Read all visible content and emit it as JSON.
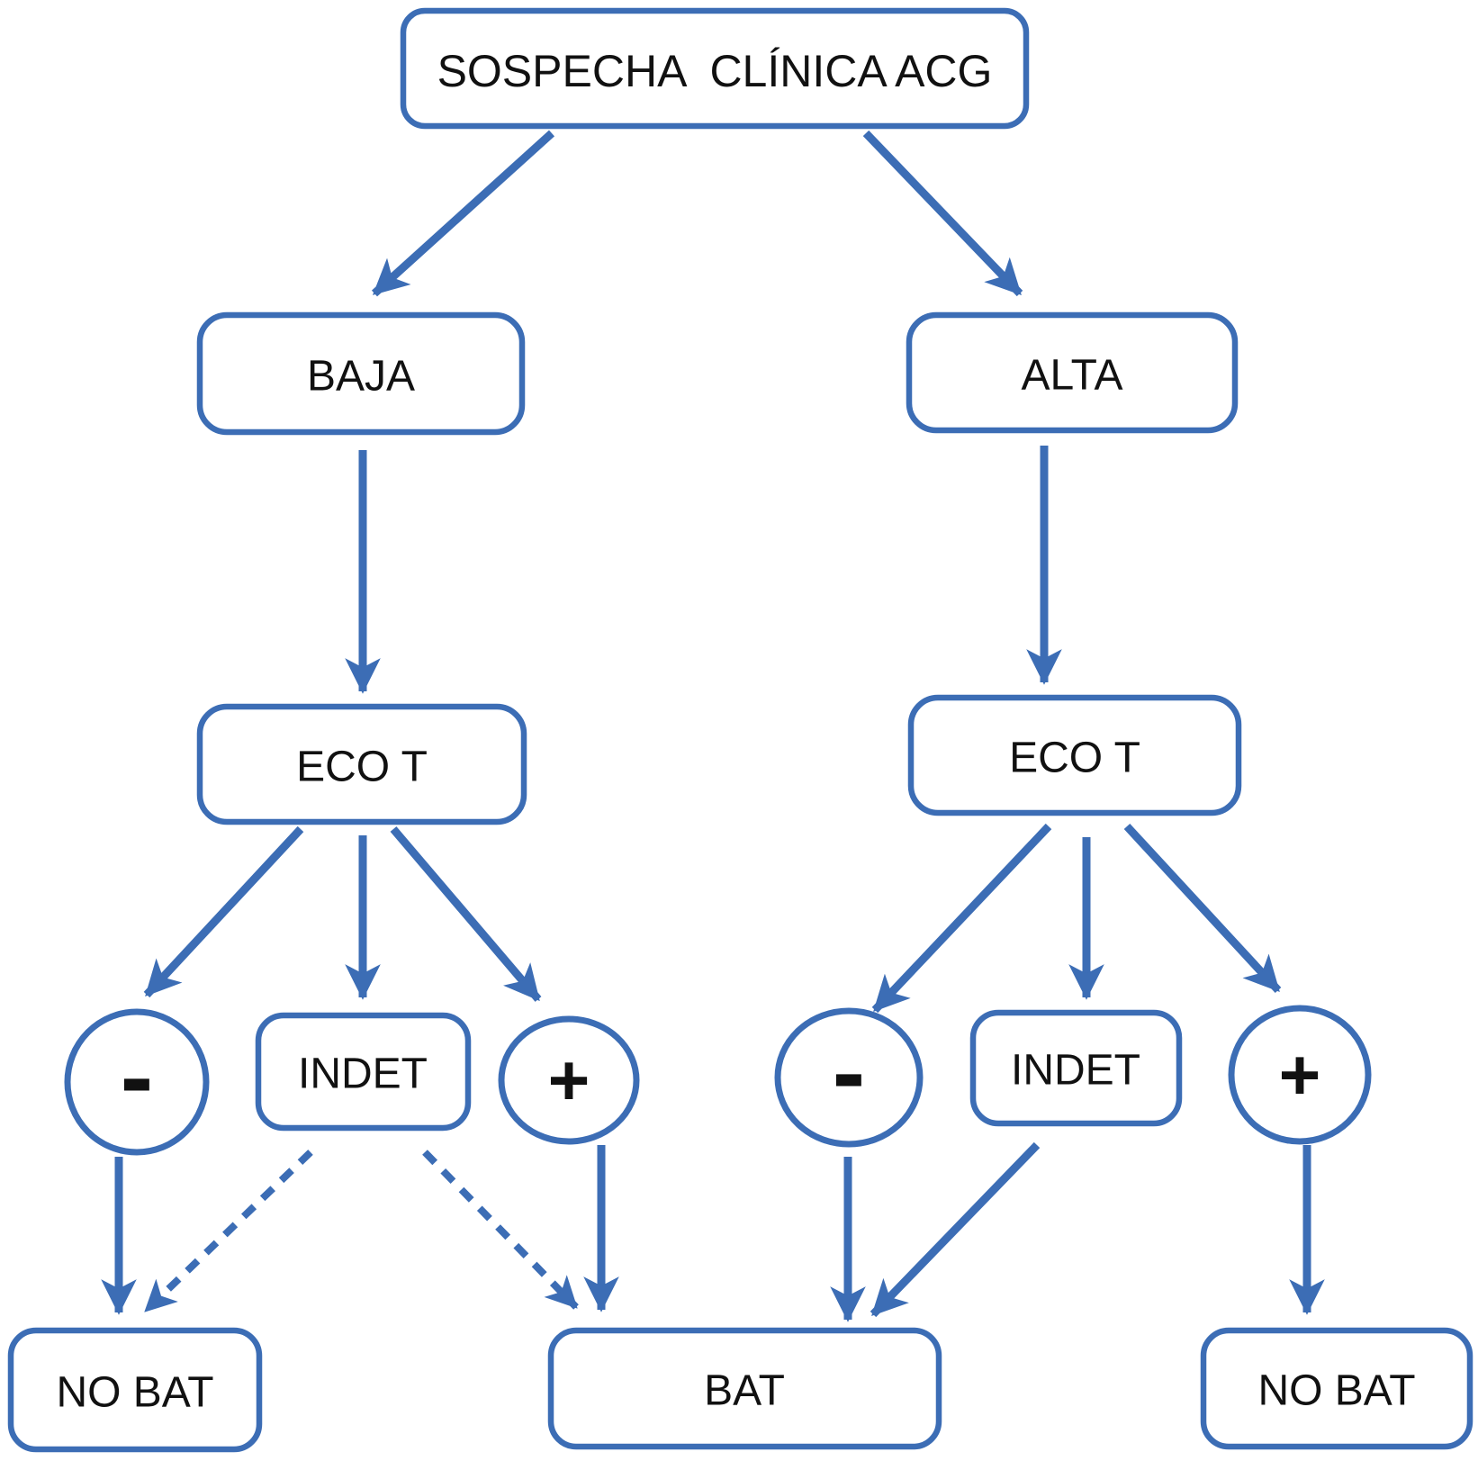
{
  "diagram": {
    "type": "flowchart",
    "language": "es",
    "accent_color": "#3C6DB5",
    "text_color": "#111111",
    "background_color": "#FFFFFF",
    "nodes": {
      "root": {
        "label": "SOSPECHA  CLÍNICA ACG",
        "shape": "rounded-rect"
      },
      "baja": {
        "label": "BAJA",
        "shape": "rounded-rect"
      },
      "alta": {
        "label": "ALTA",
        "shape": "rounded-rect"
      },
      "eco_left": {
        "label": "ECO T",
        "shape": "rounded-rect"
      },
      "eco_right": {
        "label": "ECO T",
        "shape": "rounded-rect"
      },
      "neg_left": {
        "label": "-",
        "shape": "circle"
      },
      "indet_left": {
        "label": "INDET",
        "shape": "rounded-rect"
      },
      "pos_left": {
        "label": "+",
        "shape": "circle"
      },
      "neg_right": {
        "label": "-",
        "shape": "circle"
      },
      "indet_right": {
        "label": "INDET",
        "shape": "rounded-rect"
      },
      "pos_right": {
        "label": "+",
        "shape": "circle"
      },
      "no_bat_left": {
        "label": "NO BAT",
        "shape": "rounded-rect"
      },
      "bat": {
        "label": "BAT",
        "shape": "rounded-rect"
      },
      "no_bat_right": {
        "label": "NO BAT",
        "shape": "rounded-rect"
      }
    },
    "edges": [
      {
        "from": "root",
        "to": "baja",
        "style": "solid"
      },
      {
        "from": "root",
        "to": "alta",
        "style": "solid"
      },
      {
        "from": "baja",
        "to": "eco_left",
        "style": "solid"
      },
      {
        "from": "alta",
        "to": "eco_right",
        "style": "solid"
      },
      {
        "from": "eco_left",
        "to": "neg_left",
        "style": "solid"
      },
      {
        "from": "eco_left",
        "to": "indet_left",
        "style": "solid"
      },
      {
        "from": "eco_left",
        "to": "pos_left",
        "style": "solid"
      },
      {
        "from": "eco_right",
        "to": "neg_right",
        "style": "solid"
      },
      {
        "from": "eco_right",
        "to": "indet_right",
        "style": "solid"
      },
      {
        "from": "eco_right",
        "to": "pos_right",
        "style": "solid"
      },
      {
        "from": "neg_left",
        "to": "no_bat_left",
        "style": "solid"
      },
      {
        "from": "indet_left",
        "to": "no_bat_left",
        "style": "dashed"
      },
      {
        "from": "indet_left",
        "to": "bat",
        "style": "dashed"
      },
      {
        "from": "pos_left",
        "to": "bat",
        "style": "solid"
      },
      {
        "from": "neg_right",
        "to": "bat",
        "style": "solid"
      },
      {
        "from": "indet_right",
        "to": "bat",
        "style": "solid"
      },
      {
        "from": "pos_right",
        "to": "no_bat_right",
        "style": "solid"
      }
    ]
  }
}
